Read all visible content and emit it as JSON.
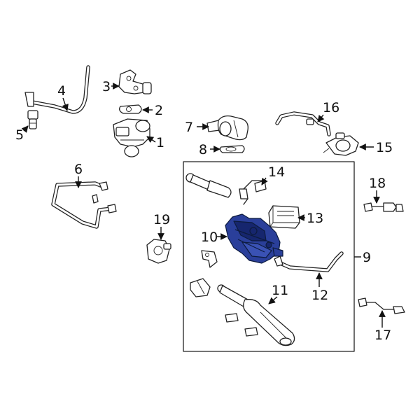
{
  "colors": {
    "highlight": "#2a3f9a",
    "highlight_dark": "#16266e",
    "line": "#222222",
    "background": "#ffffff"
  },
  "callouts": {
    "n1": "1",
    "n2": "2",
    "n3": "3",
    "n4": "4",
    "n5": "5",
    "n6": "6",
    "n7": "7",
    "n8": "8",
    "n9": "9",
    "n10": "10",
    "n11": "11",
    "n12": "12",
    "n13": "13",
    "n14": "14",
    "n15": "15",
    "n16": "16",
    "n17": "17",
    "n18": "18",
    "n19": "19"
  },
  "highlighted_part": "10"
}
